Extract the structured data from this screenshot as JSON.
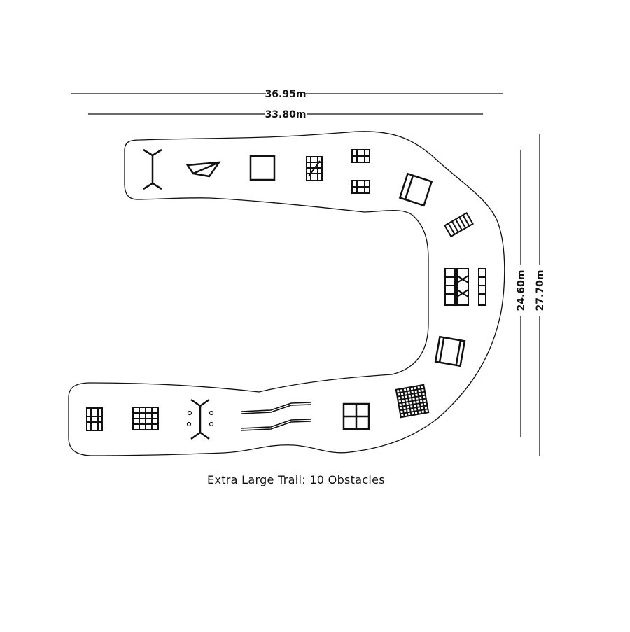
{
  "diagram": {
    "caption": "Extra Large Trail: 10 Obstacles",
    "dimensions": {
      "outer_width": "36.95m",
      "inner_width": "33.80m",
      "inner_height": "24.60m",
      "outer_height": "27.70m"
    },
    "layout": "U-shaped trail",
    "obstacle_count": 10
  }
}
